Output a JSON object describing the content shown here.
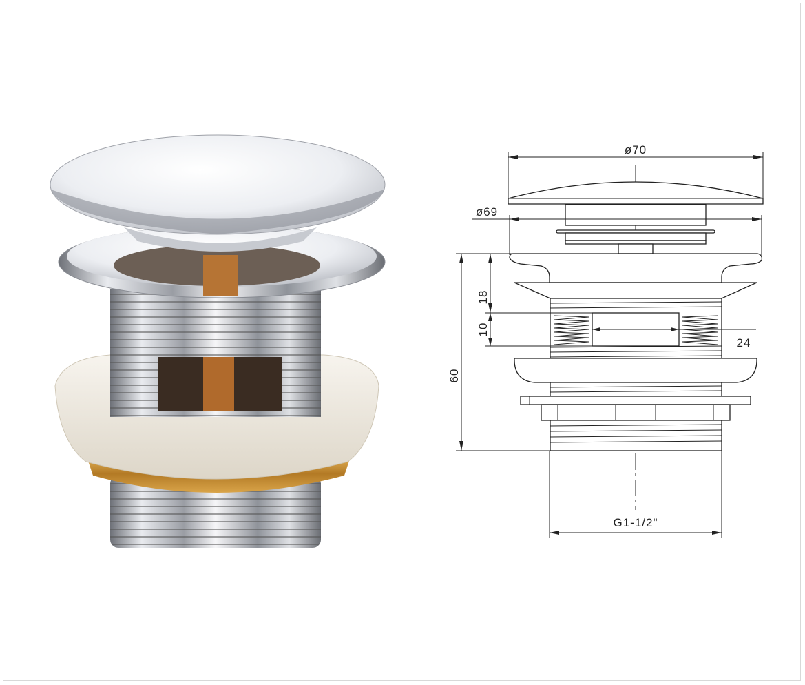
{
  "drawing": {
    "dimensions": {
      "cap_diameter": "ø70",
      "flange_diameter": "ø69",
      "flange_height": "18",
      "slot_height": "10",
      "slot_width": "24",
      "total_height": "60",
      "thread_size": "G1-1/2\""
    }
  },
  "colors": {
    "chrome_light": "#f4f4f6",
    "chrome_dark": "#7c7f86",
    "brass": "#c8933a",
    "seal": "#ece7dc"
  }
}
